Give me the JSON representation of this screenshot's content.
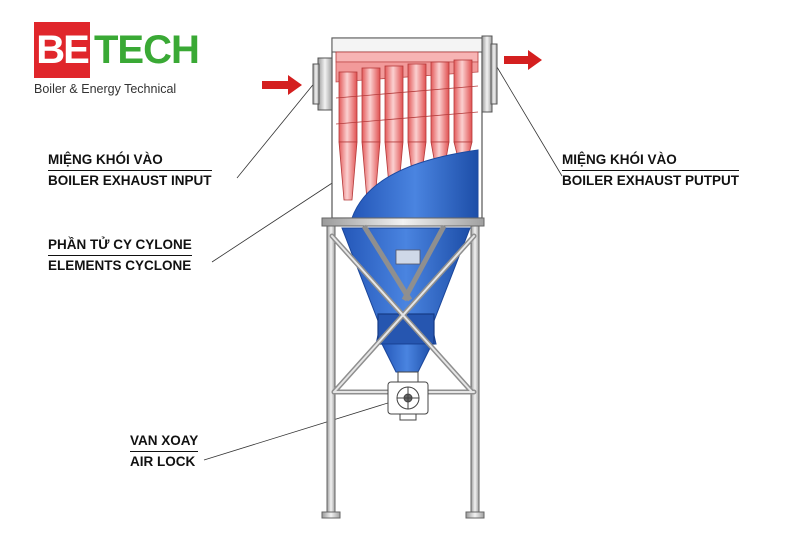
{
  "logo": {
    "mark_left": "BE",
    "mark_right": "TECH",
    "tagline": "Boiler & Energy Technical",
    "colors": {
      "red": "#e0262b",
      "green": "#3aa935"
    }
  },
  "labels": {
    "inlet": {
      "line1": "MIỆNG KHÓI VÀO",
      "line2": "BOILER EXHAUST INPUT"
    },
    "outlet": {
      "line1": "MIỆNG KHÓI VÀO",
      "line2": "BOILER EXHAUST PUTPUT"
    },
    "cyclone": {
      "line1": "PHẦN TỬ CY CYLONE",
      "line2": "ELEMENTS CYCLONE"
    },
    "airlock": {
      "line1": "VAN XOAY",
      "line2": "AIR LOCK"
    }
  },
  "diagram": {
    "colors": {
      "cyclone_tubes": "#f29a9a",
      "hopper": "#2f66c8",
      "frame": "#cfcfcf",
      "arrows": "#d41f1f"
    },
    "cyclone_element_count": 6
  }
}
